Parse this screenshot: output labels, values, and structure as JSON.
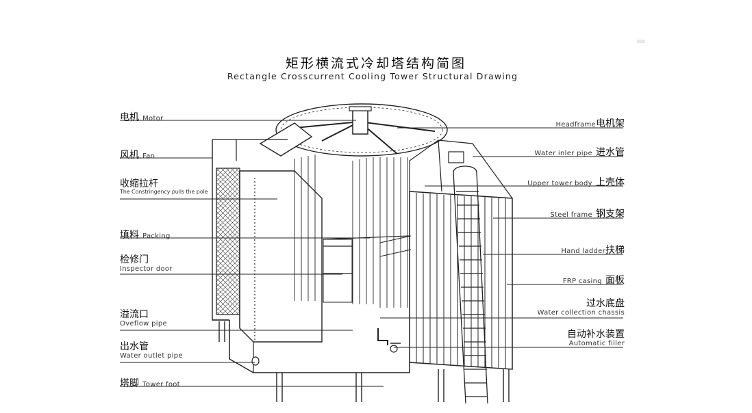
{
  "title_cn": "矩形横流式冷却塔结构简图",
  "title_en": "Rectangle Crosscurrent Cooling Tower Structural Drawing",
  "left_labels": [
    {
      "cn": "电机",
      "en": "Motor"
    },
    {
      "cn": "风机",
      "en": "Fan"
    },
    {
      "cn": "收缩拉杆",
      "en": "The Constringency pulls the pole"
    },
    {
      "cn": "填料",
      "en": "Packing"
    },
    {
      "cn": "检修门",
      "en": "Inspector door"
    },
    {
      "cn": "溢流口",
      "en": "Oveflow pipe"
    },
    {
      "cn": "出水管",
      "en": "Water outlet pipe"
    },
    {
      "cn": "塔脚",
      "en": "Tower foot"
    }
  ],
  "right_labels": [
    {
      "cn": "电机架",
      "en": "Headframe"
    },
    {
      "cn": "进水管",
      "en": "Water inler pipe"
    },
    {
      "cn": "上壳体",
      "en": "Upper tower body"
    },
    {
      "cn": "钢支架",
      "en": "Steel frame"
    },
    {
      "cn": "扶梯",
      "en": "Hand ladder"
    },
    {
      "cn": "面板",
      "en": "FRP casing"
    },
    {
      "cn": "过水底盘",
      "en": "Water collection chassis"
    },
    {
      "cn": "自动补水装置",
      "en": "Automatic filler"
    }
  ]
}
